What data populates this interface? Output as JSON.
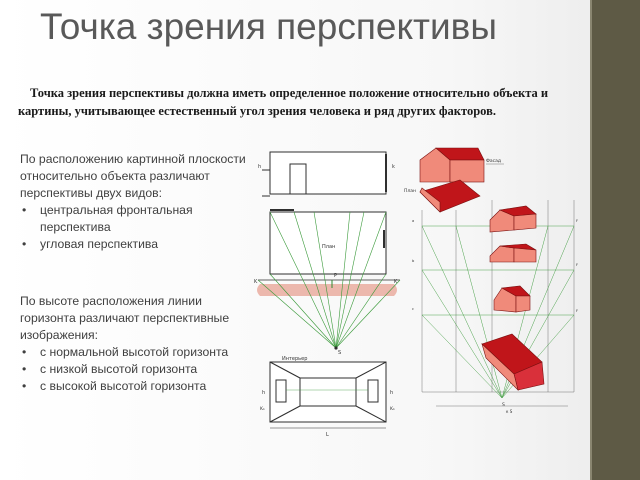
{
  "slide": {
    "title": "Точка зрения перспективы",
    "intro": "Точка зрения перспективы должна иметь определенное положение относительно объекта и картины, учитывающее естественный угол зрения человека и ряд других факторов.",
    "section1": {
      "lead": "По расположению картинной плоскости относительно объекта различают перспективы двух видов:",
      "items": [
        "центральная фронтальная перспектива",
        "угловая перспектива"
      ]
    },
    "section2": {
      "lead": "По высоте расположения линии горизонта различают перспективные изображения:",
      "items": [
        "с нормальной высотой горизонта",
        "с низкой высотой горизонта",
        "с высокой высотой горизонта"
      ]
    }
  },
  "figure_left": {
    "labels": {
      "h_top": "h",
      "k_top": "k",
      "plan": "План",
      "k_left": "K",
      "k_right": "K",
      "p": "P",
      "s": "S",
      "interior": "Интерьер",
      "h_bottom": "h",
      "h_bottom_right": "h",
      "k1_left": "K₁",
      "k1_right": "K₁",
      "l": "L"
    },
    "colors": {
      "lines": "#2f2f2f",
      "rays": "#3a9a3a",
      "horizon_band": "#e8a89a"
    }
  },
  "figure_right": {
    "labels": {
      "facade": "Фасад",
      "plan": "План",
      "p": "P",
      "s": "S",
      "scale": "к S"
    },
    "colors": {
      "wall": "#f08a7a",
      "roof": "#c0151a",
      "rays": "#3a9a3a"
    }
  }
}
